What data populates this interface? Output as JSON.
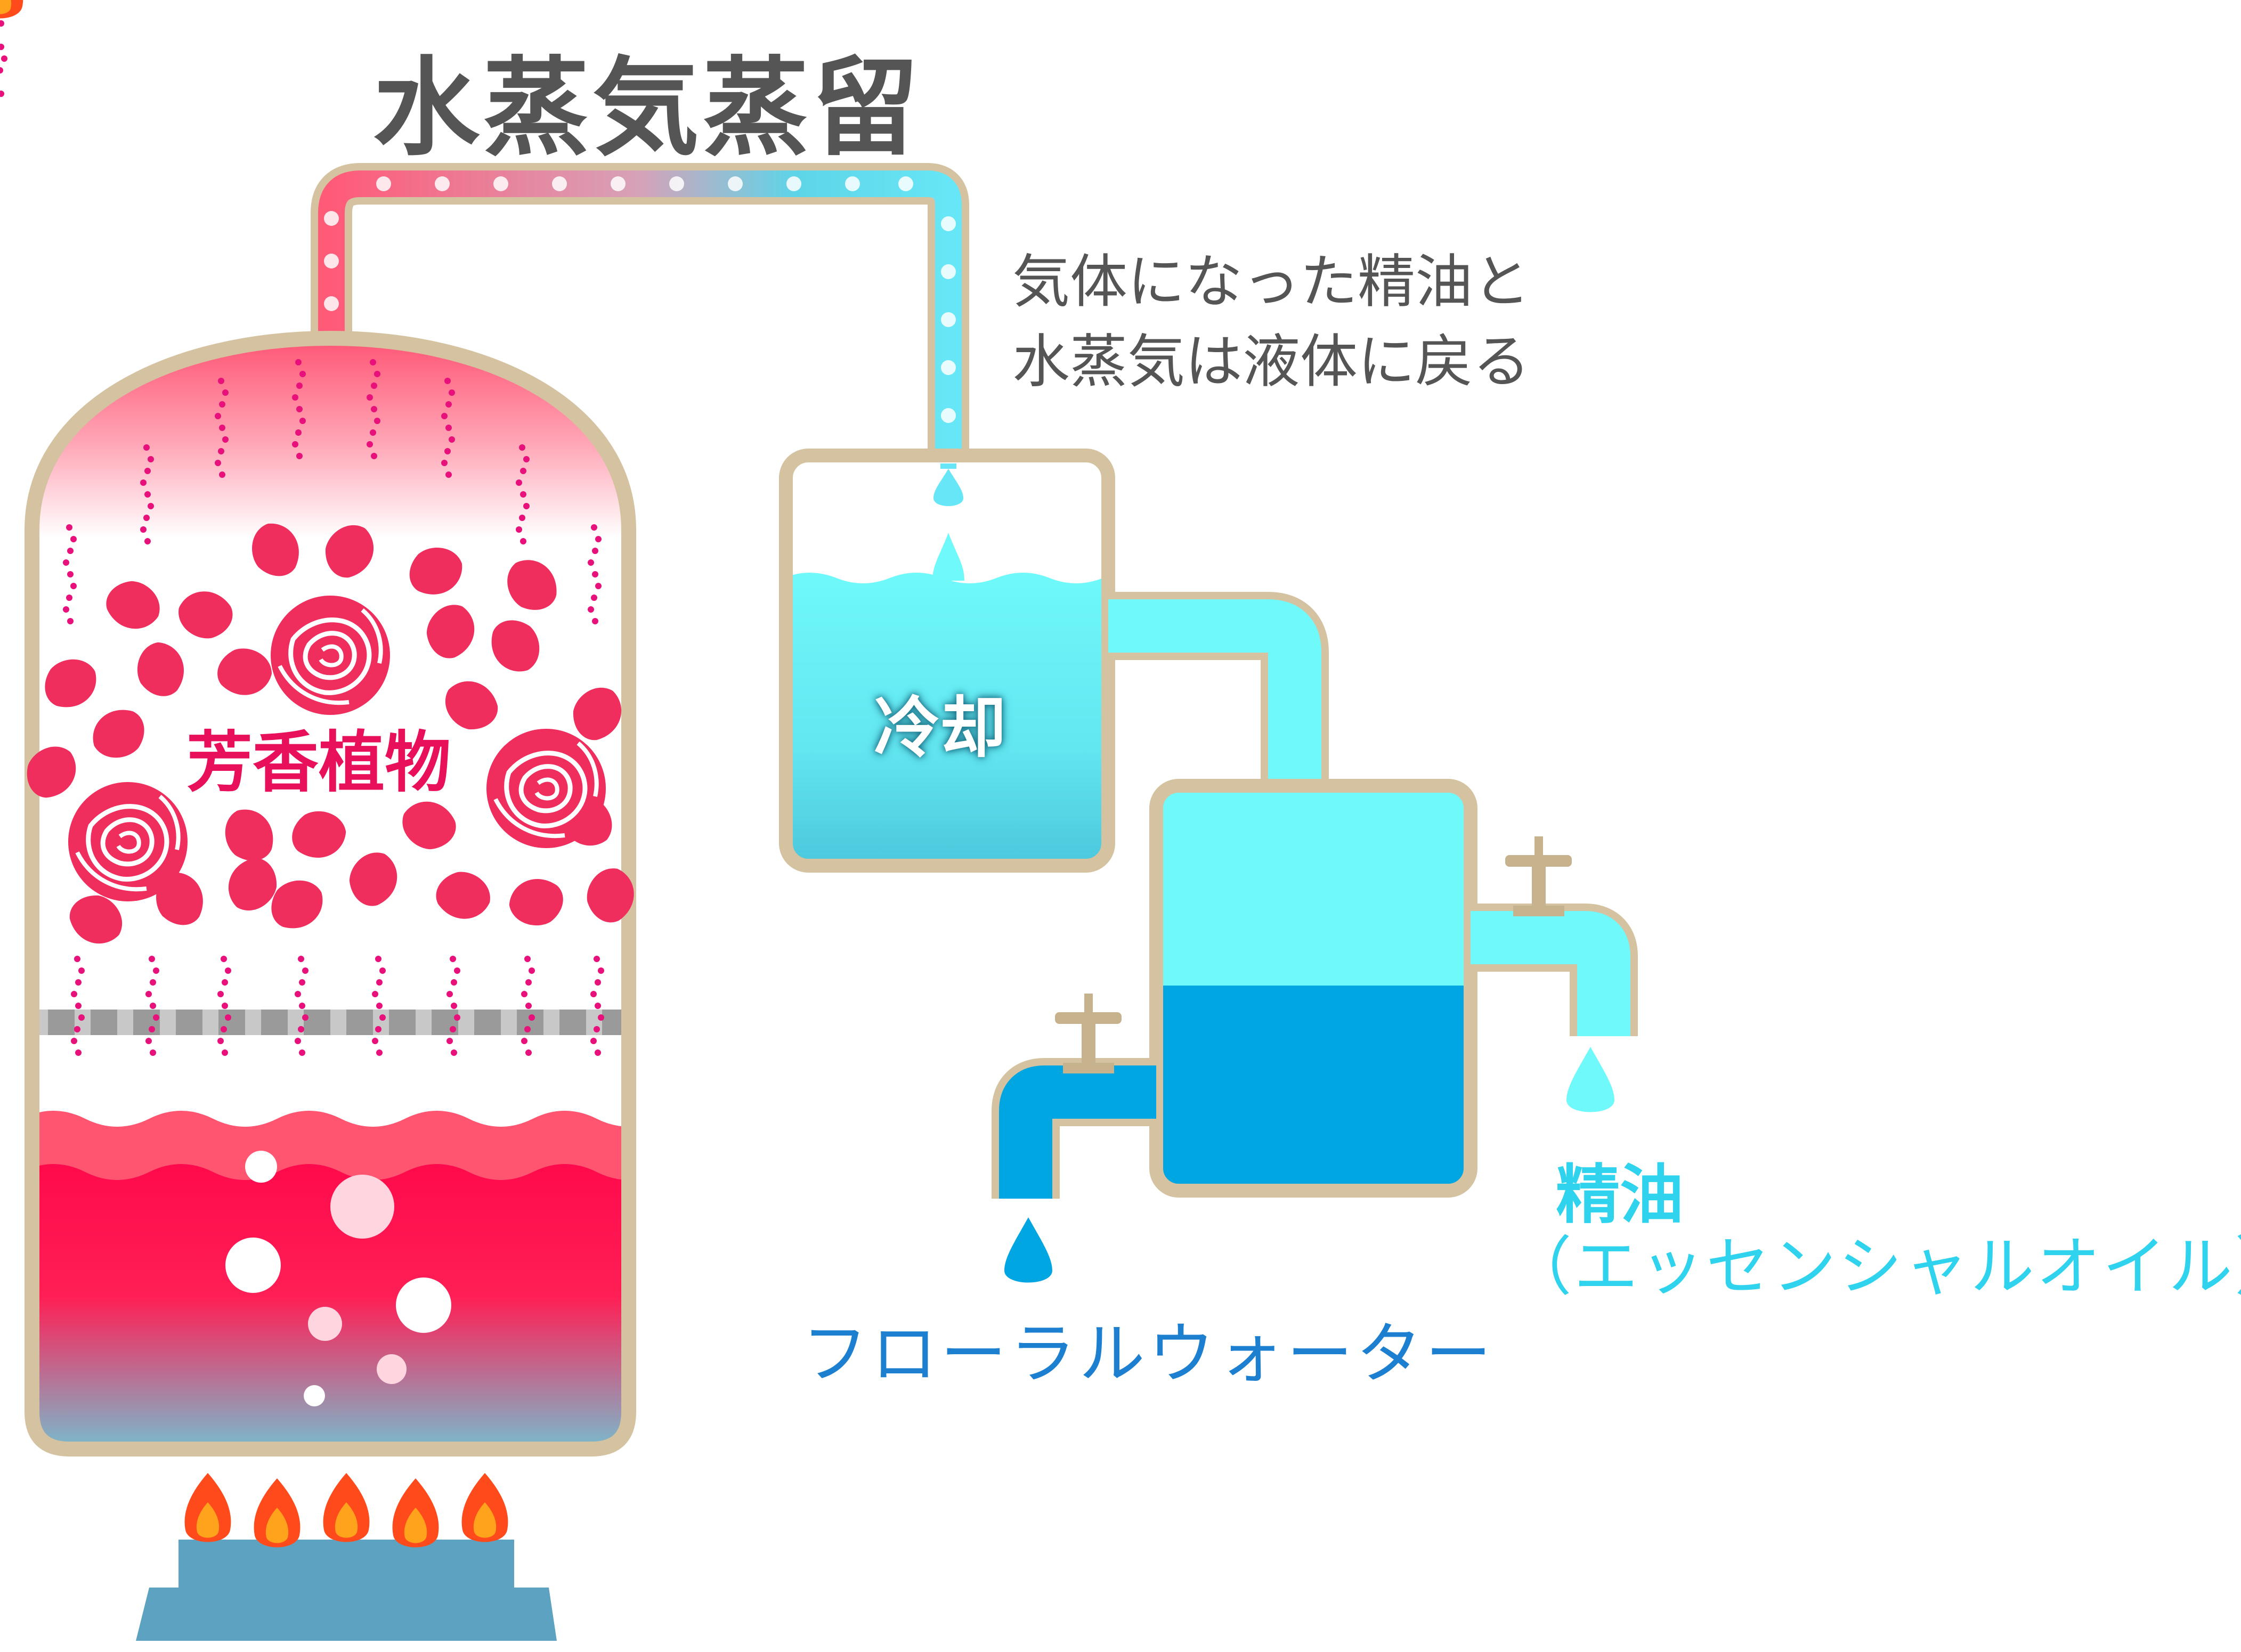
{
  "title": "水蒸気蒸留",
  "caption_lines": [
    "気体になった精油と",
    "水蒸気は液体に戻る"
  ],
  "labels": {
    "plants": "芳香植物",
    "cooling": "冷却",
    "essential_oil": "精油",
    "essential_oil_sub": "（エッセンシャルオイル）",
    "floral_water": "フローラルウォーター"
  },
  "colors": {
    "frame": "#d4c2a0",
    "rose": "#ef2e5e",
    "hot_liquid": "#ff0a4c",
    "cool_liquid": "#6ff9fb",
    "water": "#00a6e2",
    "burner": "#5da2c0",
    "flame": "#ff4a1c",
    "text_gray": "#555555",
    "steam_dots": "#e8107a"
  }
}
